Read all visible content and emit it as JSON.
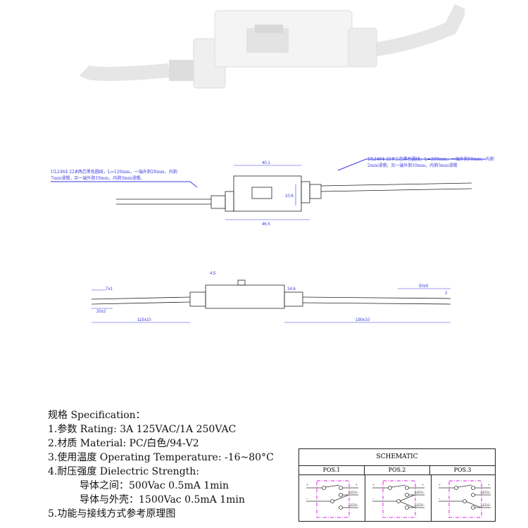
{
  "diagram": {
    "note_left": [
      "UL2464 22#两芯黑色圆线，L=120mm，一端外剥20mm，内剥",
      "7mm浸锡，另一端外剥10mm，内剥3mm浸锡。"
    ],
    "note_right": [
      "UL2464 22#三芯黑色圆线，L=200mm，一端外剥50mm，内剥",
      "2mm浸锡；另一端外剥10mm，内剥3mm浸锡"
    ],
    "dims": {
      "top_width": "40.1",
      "bottom_width": "46.5",
      "height_top": "10.6",
      "knob": "4.5",
      "height_side": "14.6",
      "strip_left": "7±1",
      "strip_left_outer": "20±2",
      "len_left": "115±10",
      "strip_right": "50±5",
      "strip_right_inner": "2",
      "len_right": "190±10"
    }
  },
  "spec": {
    "title": "规格 Specification：",
    "lines": [
      "1.参数 Rating: 3A 125VAC/1A 250VAC",
      "2.材质 Material:  PC/白色/94-V2",
      "3.使用温度 Operating Temperature: -16~80°C",
      "4.耐压强度 Dielectric Strength:",
      "导体之间：500Vac  0.5mA  1min",
      "导体与外壳：1500Vac 0.5mA 1min",
      "5.功能与接线方式参考原理图"
    ]
  },
  "schematic": {
    "title": "SCHEMATIC",
    "positions": [
      "POS.1",
      "POS.2",
      "POS.3"
    ],
    "labels": {
      "plus": "+",
      "minus": "-",
      "led1": "LED1-",
      "led2": "LED2-"
    }
  }
}
